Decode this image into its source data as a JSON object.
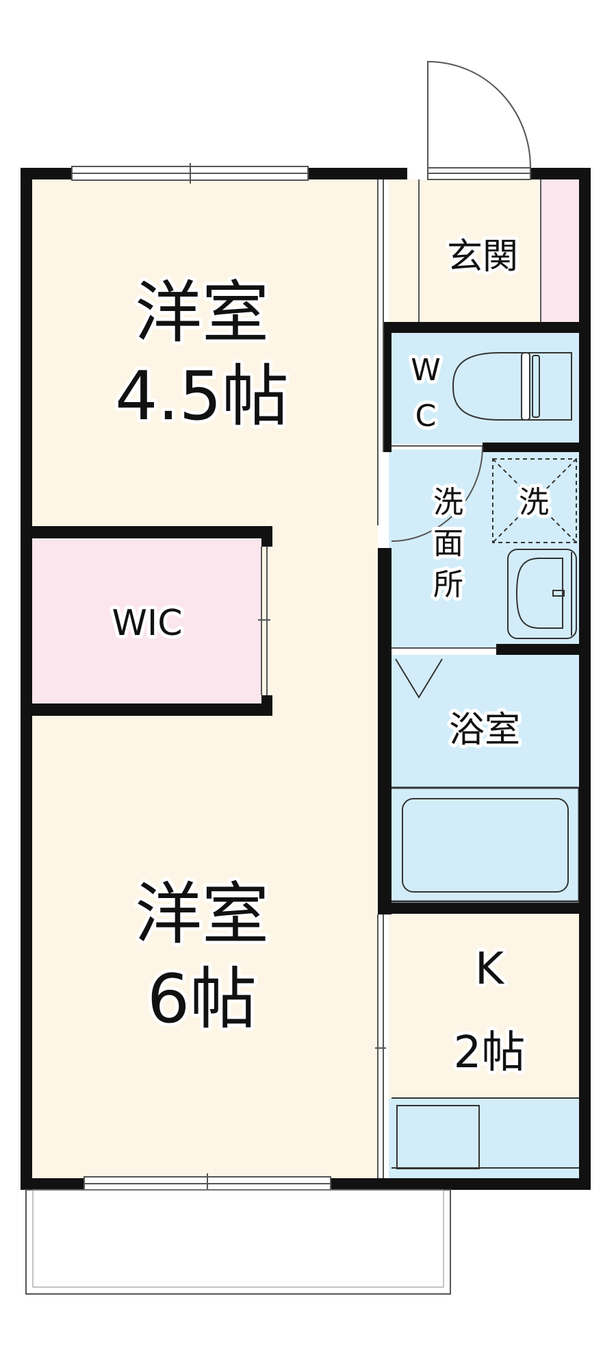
{
  "rooms": {
    "western_room_1": {
      "name": "洋室",
      "size": "4.5帖"
    },
    "walk_in_closet": {
      "name": "WIC"
    },
    "western_room_2": {
      "name": "洋室",
      "size": "6帖"
    },
    "entrance": {
      "name": "玄関"
    },
    "toilet": {
      "line1": "W",
      "line2": "C"
    },
    "washroom": {
      "line1": "洗",
      "line2": "面",
      "line3": "所"
    },
    "washer_space": {
      "name": "洗"
    },
    "bathroom": {
      "name": "浴室"
    },
    "kitchen": {
      "line1": "K",
      "line2": "2帖"
    }
  },
  "colors": {
    "wall": "#111111",
    "western_floor": "#fdf6e6",
    "wic_floor": "#fbe6ee",
    "wet_area": "#d2edf9",
    "entrance_floor": "#fdf6e6",
    "shoe_box": "#fbe6ee",
    "fixture_line": "#333333",
    "outline": "#555555"
  }
}
